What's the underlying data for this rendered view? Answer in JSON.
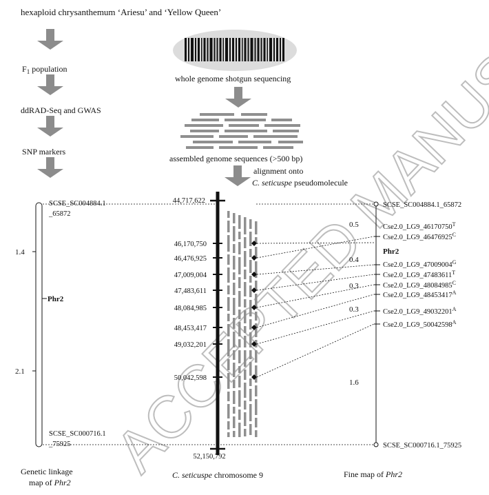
{
  "title": "hexaploid chrysanthemum ‘Ariesu’ and ‘Yellow Queen’",
  "watermark": "ACCEPTED MANUSCRIPT",
  "left_flow": {
    "f1": {
      "prefix": "F",
      "sub": "1",
      "suffix": " population"
    },
    "ddrad": "ddRAD-Seq and GWAS",
    "snp": "SNP markers"
  },
  "center_flow": {
    "wgs": "whole genome shotgun sequencing",
    "assembled": "assembled genome sequences (>500 bp)",
    "align1": "alignment onto",
    "align2_italic": "C. seticuspe",
    "align2_rest": " pseudomolecule"
  },
  "linkage_map": {
    "top_marker_1": "SCSE_SC004884.1",
    "top_marker_2": "_65872",
    "bottom_marker_1": "SCSE_SC000716.1",
    "bottom_marker_2": "_75925",
    "gene": "Phr2",
    "distances": [
      "1.4",
      "2.1"
    ],
    "caption_1": "Genetic linkage",
    "caption_2_prefix": "map of ",
    "caption_2_italic": "Phr2"
  },
  "chromosome": {
    "positions": [
      "44,717,622",
      "46,170,750",
      "46,476,925",
      "47,009,004",
      "47,483,611",
      "48,084,985",
      "48,453,417",
      "49,032,201",
      "50,042,598",
      "52,150,792"
    ],
    "caption_italic": "C. seticuspe",
    "caption_rest": " chromosome 9"
  },
  "fine_map": {
    "top_marker": "SCSE_SC004884.1_65872",
    "bottom_marker": "SCSE_SC000716.1_75925",
    "gene": "Phr2",
    "markers": [
      {
        "name": "Cse2.0_LG9_46170750",
        "allele": "T"
      },
      {
        "name": "Cse2.0_LG9_46476925",
        "allele": "C"
      },
      {
        "name": "Cse2.0_LG9_47009004",
        "allele": "G"
      },
      {
        "name": "Cse2.0_LG9_47483611",
        "allele": "T"
      },
      {
        "name": "Cse2.0_LG9_48084985",
        "allele": "C"
      },
      {
        "name": "Cse2.0_LG9_48453417",
        "allele": "A"
      },
      {
        "name": "Cse2.0_LG9_49032201",
        "allele": "A"
      },
      {
        "name": "Cse2.0_LG9_50042598",
        "allele": "A"
      }
    ],
    "distances": [
      "0.5",
      "0.4",
      "0.3",
      "0.3",
      "1.6"
    ],
    "caption_prefix": "Fine map of ",
    "caption_italic": "Phr2"
  },
  "colors": {
    "arrow": "#8c8c8c",
    "read": "#8f8f8f",
    "line": "#111111",
    "ellipse": "#dcdcdc"
  }
}
